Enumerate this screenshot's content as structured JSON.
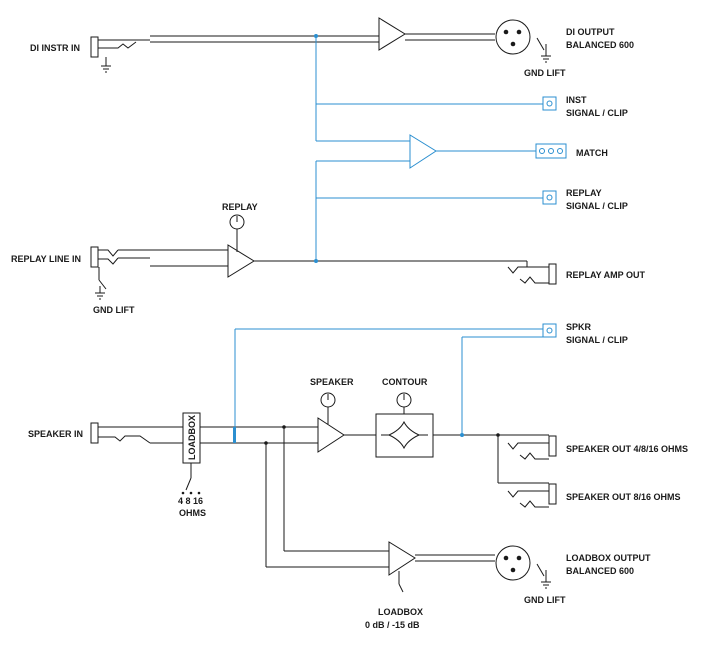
{
  "colors": {
    "line": "#1a1a1a",
    "accent": "#2b8fd0",
    "background": "#ffffff"
  },
  "labels": {
    "di_instr_in": "DI INSTR IN",
    "di_output_line1": "DI OUTPUT",
    "di_output_line2": "BALANCED 600",
    "gnd_lift_di": "GND LIFT",
    "inst_line1": "INST",
    "inst_line2": "SIGNAL / CLIP",
    "match": "MATCH",
    "replay_line1": "REPLAY",
    "replay_line2": "SIGNAL / CLIP",
    "replay_knob": "REPLAY",
    "replay_line_in": "REPLAY LINE IN",
    "gnd_lift_replay": "GND LIFT",
    "replay_amp_out": "REPLAY AMP OUT",
    "spkr_line1": "SPKR",
    "spkr_line2": "SIGNAL / CLIP",
    "speaker_knob": "SPEAKER",
    "contour_knob": "CONTOUR",
    "speaker_in": "SPEAKER IN",
    "loadbox_vertical": "LOADBOX",
    "ohms_values": "4 8 16",
    "ohms": "OHMS",
    "speaker_out_1": "SPEAKER OUT 4/8/16 OHMS",
    "speaker_out_2": "SPEAKER OUT 8/16 OHMS",
    "loadbox_output_line1": "LOADBOX OUTPUT",
    "loadbox_output_line2": "BALANCED 600",
    "gnd_lift_loadbox": "GND LIFT",
    "loadbox_atten_line1": "LOADBOX",
    "loadbox_atten_line2": "0 dB / -15 dB"
  }
}
